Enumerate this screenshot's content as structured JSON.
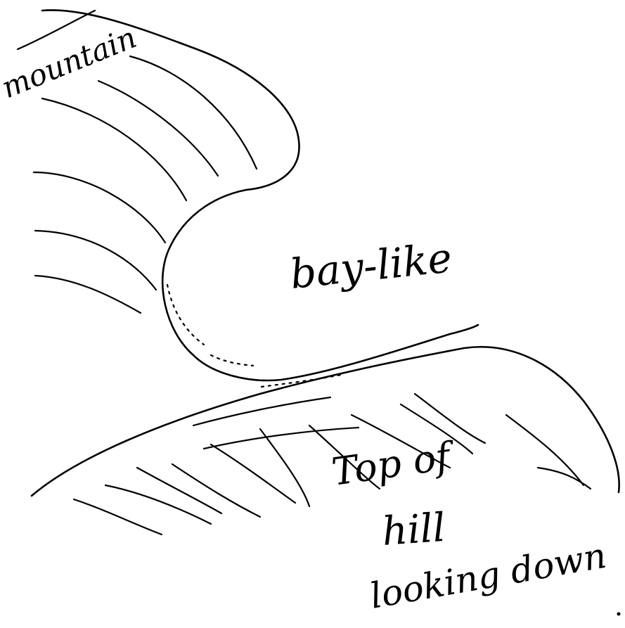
{
  "sketch": {
    "labels": {
      "mountain": "mountain",
      "bay": "bay-like",
      "top": "Top of",
      "hill": "hill",
      "looking": "looking down"
    },
    "ink_color": "#000000",
    "paper_color": "#ffffff"
  }
}
